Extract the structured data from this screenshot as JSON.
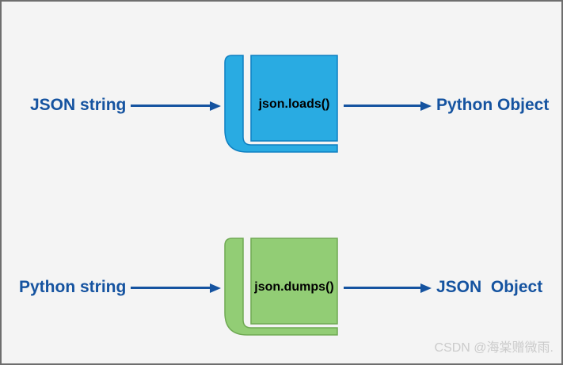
{
  "colors": {
    "canvas-bg": "#f4f4f4",
    "canvas-border": "#6e6e6e",
    "accent-blue": "#1553a0",
    "book-blue-fill": "#29abe2",
    "book-blue-stroke": "#0e7fc1",
    "book-green-fill": "#92cd75",
    "book-green-stroke": "#6fa953",
    "code-text": "#000000",
    "watermark-gray": "#cbcbcb"
  },
  "rows": [
    {
      "input_label": "JSON string",
      "function_label": "json.loads()",
      "output_label": "Python Object",
      "book_color": "blue"
    },
    {
      "input_label": "Python string",
      "function_label": "json.dumps()",
      "output_label": "JSON  Object",
      "book_color": "green"
    }
  ],
  "watermark": "CSDN @海棠赠微雨."
}
